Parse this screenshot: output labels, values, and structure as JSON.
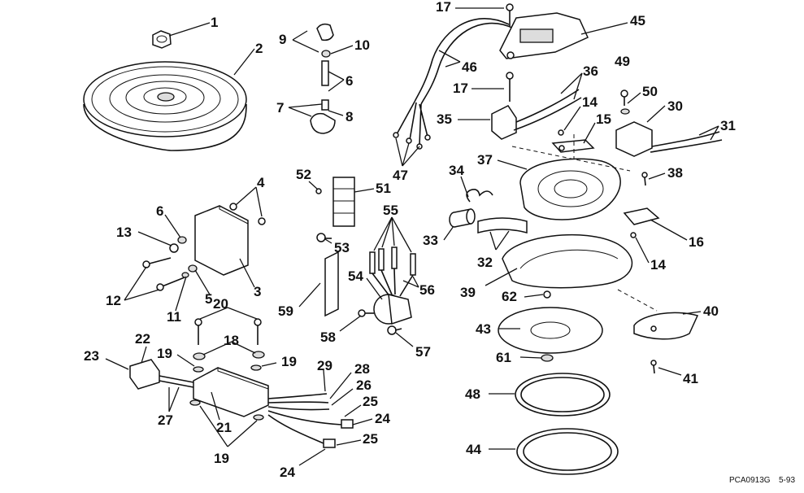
{
  "callouts": [
    "1",
    "2",
    "9",
    "10",
    "6",
    "7",
    "8",
    "17",
    "46",
    "45",
    "36",
    "49",
    "50",
    "30",
    "17",
    "14",
    "15",
    "35",
    "31",
    "47",
    "37",
    "38",
    "34",
    "52",
    "51",
    "4",
    "55",
    "6",
    "13",
    "33",
    "53",
    "32",
    "16",
    "14",
    "12",
    "5",
    "3",
    "54",
    "56",
    "39",
    "11",
    "62",
    "40",
    "59",
    "20",
    "43",
    "58",
    "57",
    "18",
    "22",
    "61",
    "41",
    "19",
    "19",
    "23",
    "29",
    "28",
    "26",
    "25",
    "48",
    "27",
    "21",
    "24",
    "19",
    "25",
    "24",
    "44"
  ],
  "footer": {
    "code": "PCA0913G",
    "date": "5-93"
  }
}
